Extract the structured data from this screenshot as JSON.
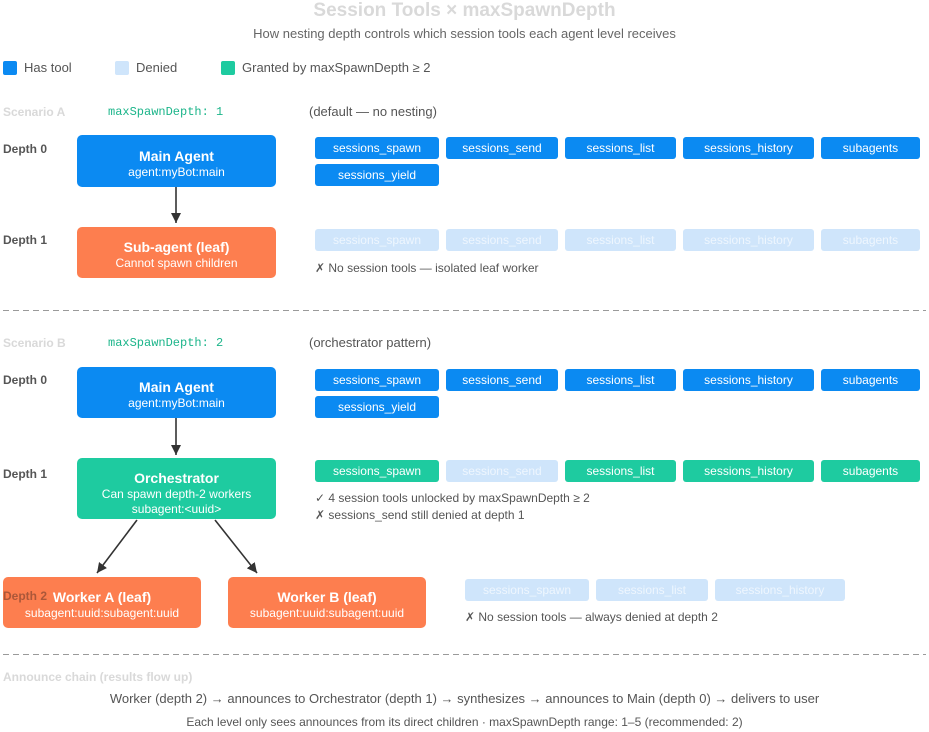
{
  "title": "Session Tools × maxSpawnDepth",
  "subtitle": "How nesting depth controls which session tools each agent level receives",
  "colors": {
    "has_tool": "#0b8af2",
    "denied": "#cfe5fb",
    "denied_text": "#eef6fe",
    "granted": "#1ecba0",
    "leaf": "#fd7e4f",
    "setting_text": "#1cb58a",
    "muted_heading": "#d9d9d9"
  },
  "legend": {
    "has_tool": "Has tool",
    "denied": "Denied",
    "granted": "Granted by maxSpawnDepth ≥ 2"
  },
  "scenario_a": {
    "label": "Scenario A",
    "setting": "maxSpawnDepth: 1",
    "note": "(default — no nesting)",
    "depth0": {
      "label": "Depth 0",
      "agent_title": "Main Agent",
      "agent_line": "agent:myBot:main",
      "tools": [
        {
          "name": "sessions_spawn",
          "status": "has"
        },
        {
          "name": "sessions_send",
          "status": "has"
        },
        {
          "name": "sessions_list",
          "status": "has"
        },
        {
          "name": "sessions_history",
          "status": "has"
        },
        {
          "name": "subagents",
          "status": "has"
        },
        {
          "name": "sessions_yield",
          "status": "has"
        }
      ]
    },
    "depth1": {
      "label": "Depth 1",
      "agent_title": "Sub-agent (leaf)",
      "agent_line": "Cannot spawn children",
      "tools": [
        {
          "name": "sessions_spawn",
          "status": "denied"
        },
        {
          "name": "sessions_send",
          "status": "denied"
        },
        {
          "name": "sessions_list",
          "status": "denied"
        },
        {
          "name": "sessions_history",
          "status": "denied"
        },
        {
          "name": "subagents",
          "status": "denied"
        }
      ],
      "note": "✗ No session tools — isolated leaf worker"
    }
  },
  "scenario_b": {
    "label": "Scenario B",
    "setting": "maxSpawnDepth: 2",
    "note": "(orchestrator pattern)",
    "depth0": {
      "label": "Depth 0",
      "agent_title": "Main Agent",
      "agent_line": "agent:myBot:main",
      "tools": [
        {
          "name": "sessions_spawn",
          "status": "has"
        },
        {
          "name": "sessions_send",
          "status": "has"
        },
        {
          "name": "sessions_list",
          "status": "has"
        },
        {
          "name": "sessions_history",
          "status": "has"
        },
        {
          "name": "subagents",
          "status": "has"
        },
        {
          "name": "sessions_yield",
          "status": "has"
        }
      ]
    },
    "depth1": {
      "label": "Depth 1",
      "agent_title": "Orchestrator",
      "agent_lines": [
        "Can spawn depth-2 workers",
        "subagent:<uuid>"
      ],
      "tools": [
        {
          "name": "sessions_spawn",
          "status": "granted"
        },
        {
          "name": "sessions_send",
          "status": "denied"
        },
        {
          "name": "sessions_list",
          "status": "granted"
        },
        {
          "name": "sessions_history",
          "status": "granted"
        },
        {
          "name": "subagents",
          "status": "granted"
        }
      ],
      "notes": [
        "✓ 4 session tools unlocked by maxSpawnDepth ≥ 2",
        "✗ sessions_send still denied at depth 1"
      ]
    },
    "depth2": {
      "label": "Depth 2",
      "workers": [
        {
          "title": "Worker A (leaf)",
          "line": "subagent:uuid:subagent:uuid"
        },
        {
          "title": "Worker B (leaf)",
          "line": "subagent:uuid:subagent:uuid"
        }
      ],
      "tools": [
        {
          "name": "sessions_spawn",
          "status": "denied"
        },
        {
          "name": "sessions_list",
          "status": "denied"
        },
        {
          "name": "sessions_history",
          "status": "denied"
        }
      ],
      "note": "✗ No session tools — always denied at depth 2"
    }
  },
  "announce": {
    "label": "Announce chain (results flow up)",
    "flow": "Worker (depth 2) → announces to Orchestrator (depth 1) → synthesizes → announces to Main (depth 0) → delivers to user",
    "footnote": "Each level only sees announces from its direct children · maxSpawnDepth range: 1–5 (recommended: 2)"
  }
}
